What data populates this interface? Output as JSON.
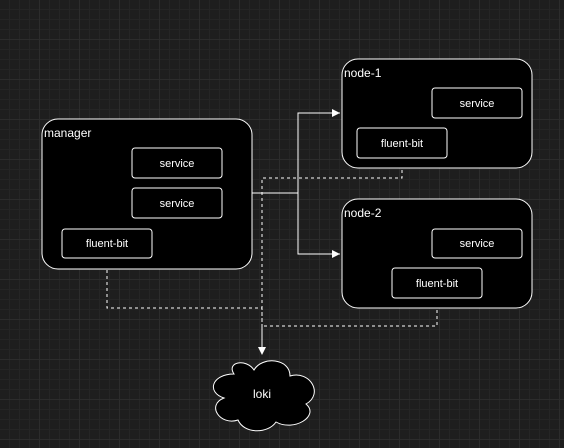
{
  "diagram": {
    "manager": {
      "label": "manager",
      "services": [
        "service",
        "service"
      ],
      "fluent_bit": "fluent-bit"
    },
    "node1": {
      "label": "node-1",
      "service": "service",
      "fluent_bit": "fluent-bit"
    },
    "node2": {
      "label": "node-2",
      "service": "service",
      "fluent_bit": "fluent-bit"
    },
    "loki": {
      "label": "loki"
    }
  }
}
